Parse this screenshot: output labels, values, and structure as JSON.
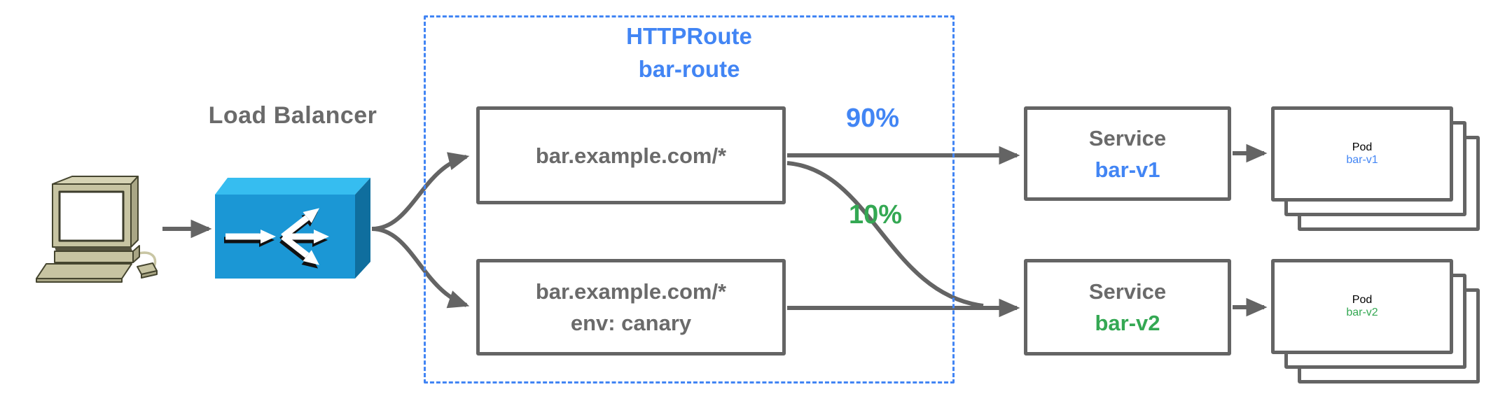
{
  "client": {
    "icon": "desktop-computer"
  },
  "load_balancer": {
    "label": "Load Balancer",
    "icon": "load-balancer-fanout-arrows"
  },
  "httproute_group": {
    "kind": "HTTPRoute",
    "name": "bar-route"
  },
  "route_rules": [
    {
      "match": "bar.example.com/*"
    },
    {
      "match": "bar.example.com/*",
      "header_match": "env: canary"
    }
  ],
  "traffic_weights": [
    {
      "label": "90%",
      "color": "#4285f4"
    },
    {
      "label": "10%",
      "color": "#34a853"
    }
  ],
  "services": [
    {
      "kind": "Service",
      "name": "bar-v1",
      "name_color": "#4285f4"
    },
    {
      "kind": "Service",
      "name": "bar-v2",
      "name_color": "#34a853"
    }
  ],
  "pods": [
    {
      "kind": "Pod",
      "name": "bar-v1",
      "name_color": "#4285f4",
      "stacked_count": 3
    },
    {
      "kind": "Pod",
      "name": "bar-v2",
      "name_color": "#34a853",
      "stacked_count": 3
    }
  ],
  "colors": {
    "accent_blue": "#4285f4",
    "accent_green": "#34a853",
    "text_gray": "#6a6a6a",
    "line_gray": "#646464",
    "lb_front": "#1b97d5",
    "lb_top": "#36bdf0",
    "lb_side": "#0f6e9e",
    "computer_body": "#c7c4a2"
  }
}
